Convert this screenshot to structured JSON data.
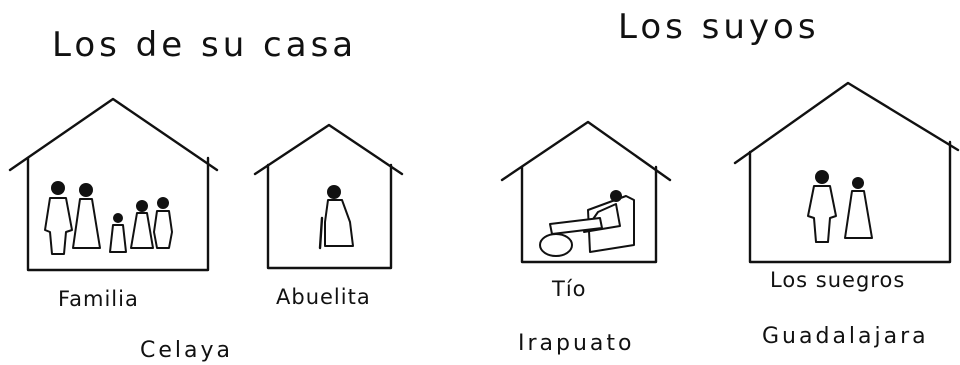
{
  "groups": [
    {
      "title": "Los de su casa",
      "city": "Celaya"
    },
    {
      "title": "Los suyos"
    }
  ],
  "houses": [
    {
      "label": "Familia",
      "icon": "family-figures"
    },
    {
      "label": "Abuelita",
      "icon": "grandmother-figure"
    },
    {
      "label": "Tío",
      "icon": "uncle-reclining-figure"
    },
    {
      "label": "Los suegros",
      "icon": "in-laws-figures"
    }
  ],
  "cities": [
    "Irapuato",
    "Guadalajara"
  ],
  "colors": {
    "ink": "#111111",
    "background": "#ffffff"
  }
}
